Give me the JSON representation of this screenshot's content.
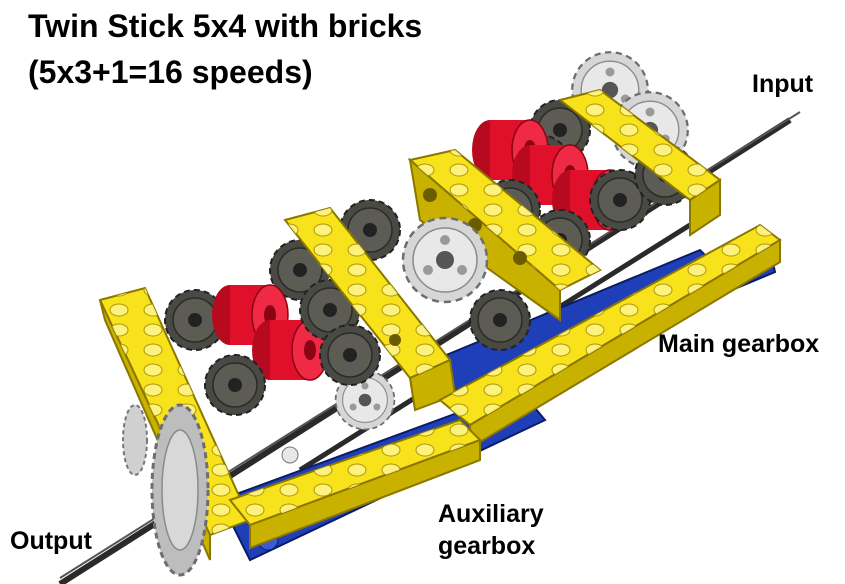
{
  "title": {
    "line1": "Twin Stick 5x4 with bricks",
    "line2": "(5x3+1=16 speeds)"
  },
  "labels": {
    "input": "Input",
    "main_gearbox": "Main gearbox",
    "auxiliary_line1": "Auxiliary",
    "auxiliary_line2": "gearbox",
    "output": "Output"
  },
  "colors": {
    "yellow_beam": "#f7e21c",
    "yellow_dark": "#b9a000",
    "red_clutch": "#e0102a",
    "dark_gear": "#4a4a44",
    "light_gear": "#cfcfcf",
    "blue_plate": "#1f3fb8",
    "axle": "#2a2a2a"
  }
}
